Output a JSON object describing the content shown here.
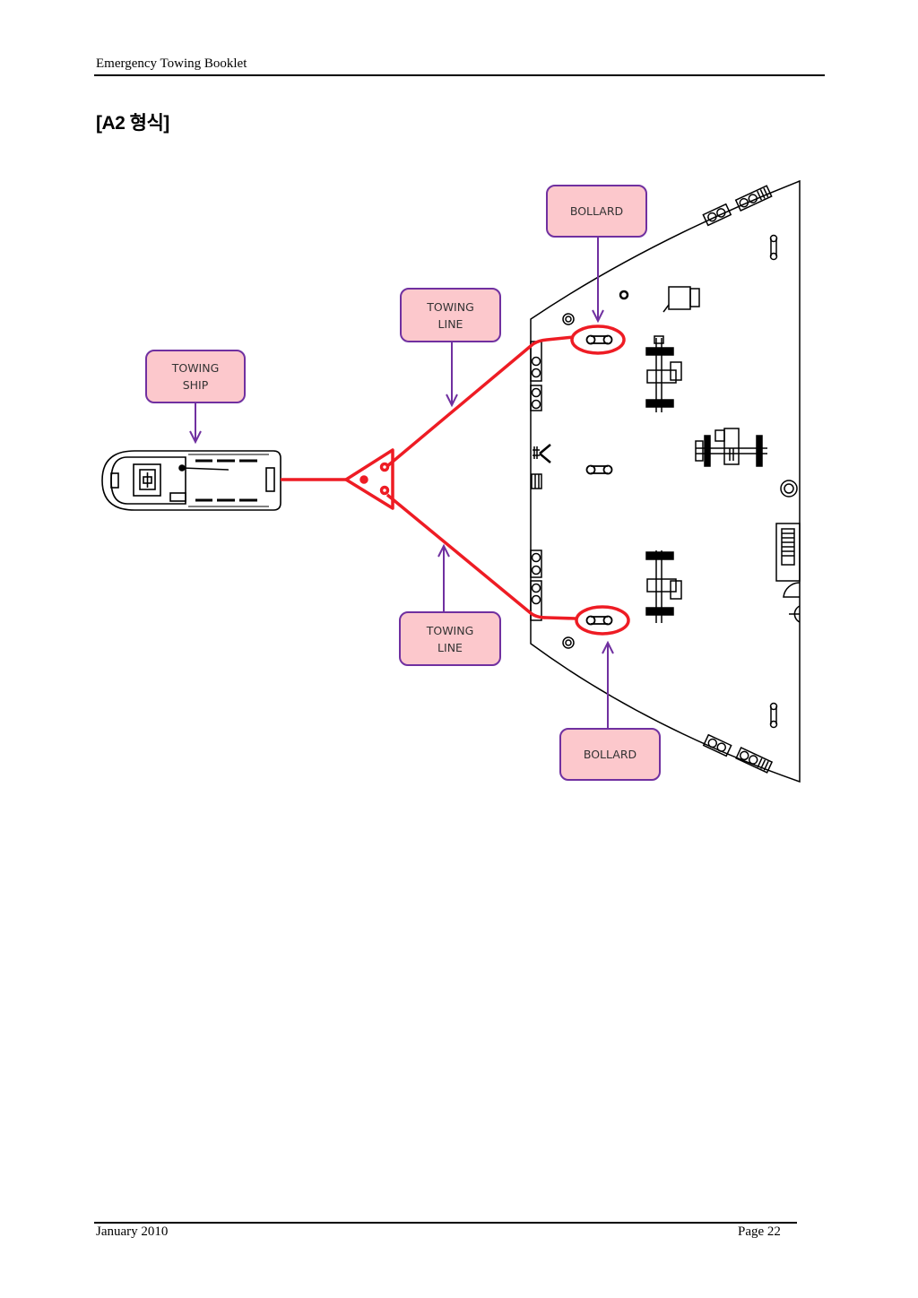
{
  "header": {
    "title": "Emergency Towing Booklet"
  },
  "section": {
    "title": "[A2 형식]"
  },
  "diagram": {
    "callouts": {
      "towing_ship": "TOWING\nSHIP",
      "towing_line_top": "TOWING\nLINE",
      "towing_line_bottom": "TOWING\nLINE",
      "bollard_top": "BOLLARD",
      "bollard_bottom": "BOLLARD"
    },
    "colors": {
      "callout_fill": "#fcc8cc",
      "callout_border": "#7030a0",
      "arrow": "#7030a0",
      "tow_line": "#ee1c24",
      "drawing": "#000000"
    },
    "ship_symbol": "ф"
  },
  "footer": {
    "date": "January 2010",
    "page": "Page 22"
  }
}
